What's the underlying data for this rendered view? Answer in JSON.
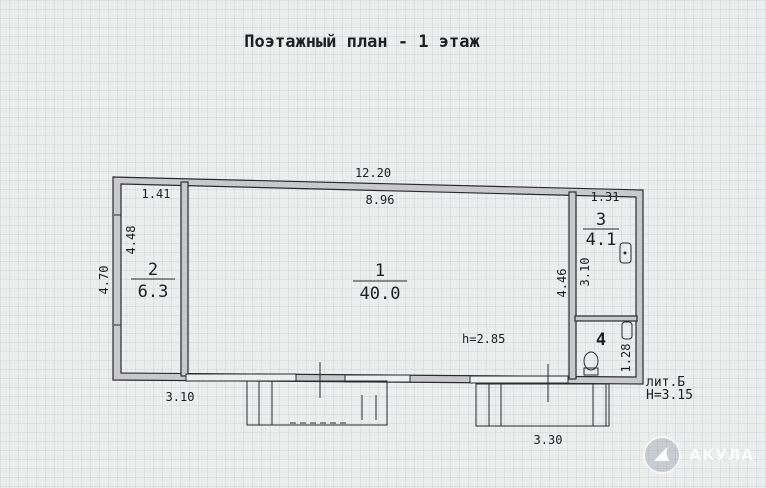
{
  "title": "Поэтажный план - 1 этаж",
  "dimensions": {
    "total_width": "12.20",
    "main_room_width": "8.96",
    "left_room_width": "1.41",
    "right_room_width": "1.31",
    "left_room_height_inner": "4.48",
    "overall_height": "4.70",
    "main_room_height": "4.46",
    "room3_height": "3.10",
    "room4_height": "1.28",
    "bottom_left": "3.10",
    "bottom_right": "3.30"
  },
  "rooms": [
    {
      "number": "1",
      "area": "40.0"
    },
    {
      "number": "2",
      "area": "6.3"
    },
    {
      "number": "3",
      "area": "4.1"
    },
    {
      "number": "4",
      "area": ""
    }
  ],
  "ceiling_height": "h=2.85",
  "building_letter": "лит.Б",
  "building_height": "Н=3.15",
  "watermark": {
    "text": "АКУЛА",
    "icon": "shark-fin-icon"
  }
}
